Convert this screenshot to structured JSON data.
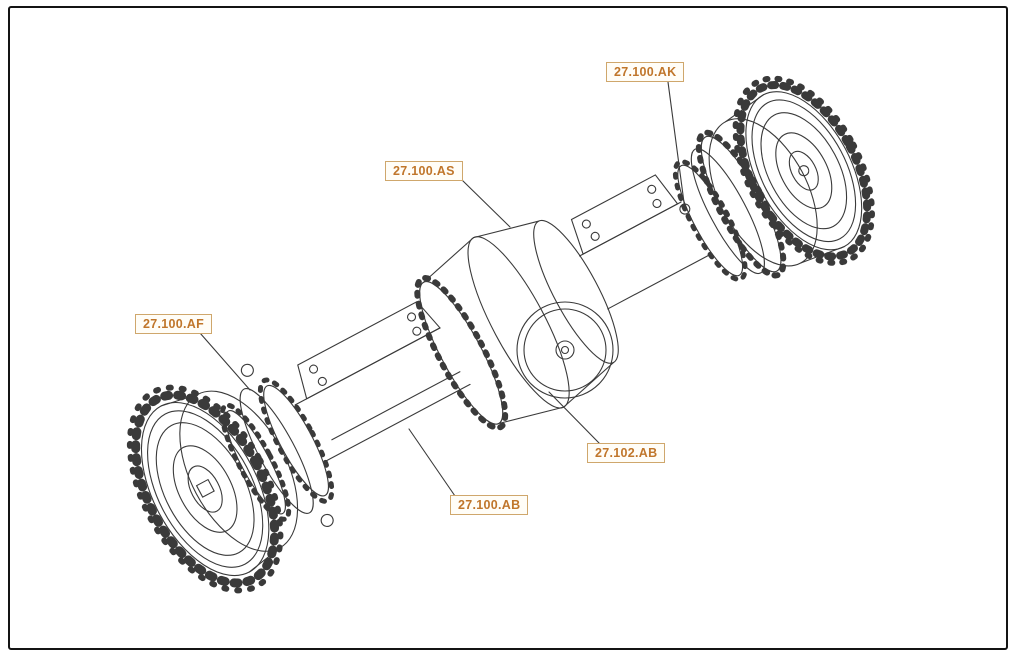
{
  "figure": {
    "callouts": [
      {
        "code": "27.100.AK"
      },
      {
        "code": "27.100.AS"
      },
      {
        "code": "27.100.AF"
      },
      {
        "code": "27.100.AB"
      },
      {
        "code": "27.102.AB"
      }
    ],
    "colors": {
      "callout_text": "#c0762b",
      "callout_border": "#cfa76c",
      "callout_background": "#fffdf7",
      "drawing_line": "#3a3a3a",
      "frame_border": "#141414",
      "page_background": "#ffffff"
    }
  }
}
